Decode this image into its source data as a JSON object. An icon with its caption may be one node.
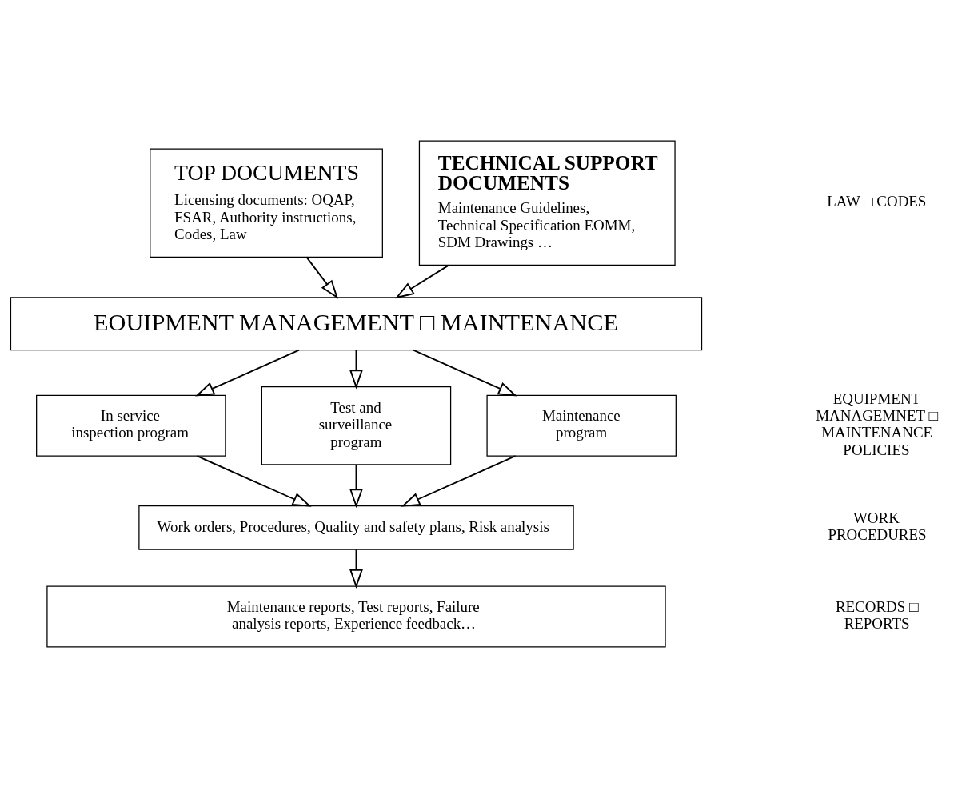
{
  "diagram": {
    "nodes": [
      {
        "text": [
          "TOP DOCUMENTS",
          "Licensing documents: OQAP, FSAR, Authority instructions, Codes, Law"
        ]
      },
      {
        "text": [
          "TECHNICAL SUPPORT DOCUMENTS",
          "Maintenance Guidelines, Technical Specification EOMM, SDM Drawings …"
        ]
      },
      {
        "text": [
          "EOUIPMENT MANAGEMENT □ MAINTENANCE"
        ]
      },
      {
        "text": [
          "In service inspection program"
        ]
      },
      {
        "text": [
          "Test and surveillance program"
        ]
      },
      {
        "text": [
          "Maintenance program"
        ]
      },
      {
        "text": [
          "Work orders, Procedures, Quality and safety plans, Risk analysis"
        ]
      },
      {
        "text": [
          "Maintenance reports, Test reports, Failure analysis reports, Experience feedback…"
        ]
      }
    ],
    "edges": [
      {
        "from": 0,
        "to": 2,
        "arrow": "to"
      },
      {
        "from": 1,
        "to": 2,
        "arrow": "to"
      },
      {
        "from": 2,
        "to": 3,
        "arrow": "to"
      },
      {
        "from": 2,
        "to": 4,
        "arrow": "to"
      },
      {
        "from": 2,
        "to": 5,
        "arrow": "to"
      },
      {
        "from": 3,
        "to": 6,
        "arrow": "to"
      },
      {
        "from": 4,
        "to": 6,
        "arrow": "to"
      },
      {
        "from": 5,
        "to": 6,
        "arrow": "to"
      },
      {
        "from": 6,
        "to": 7,
        "arrow": "to"
      }
    ],
    "labels": [
      "LAW □ CODES",
      "EQUIPMENT MANAGEMNET □ MAINTENANCE POLICIES",
      "WORK PROCEDURES",
      "RECORDS □ REPORTS"
    ]
  }
}
